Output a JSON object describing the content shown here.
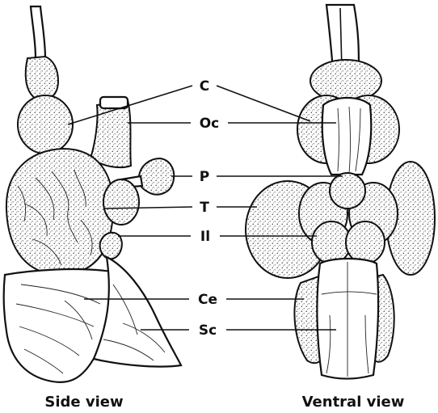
{
  "labels": {
    "c": "C",
    "oc": "Oc",
    "p": "P",
    "t": "T",
    "il": "Il",
    "ce": "Ce",
    "sc": "Sc"
  },
  "captions": {
    "side": "Side view",
    "ventral": "Ventral view"
  },
  "colors": {
    "ink": "#111111",
    "background": "#ffffff"
  }
}
